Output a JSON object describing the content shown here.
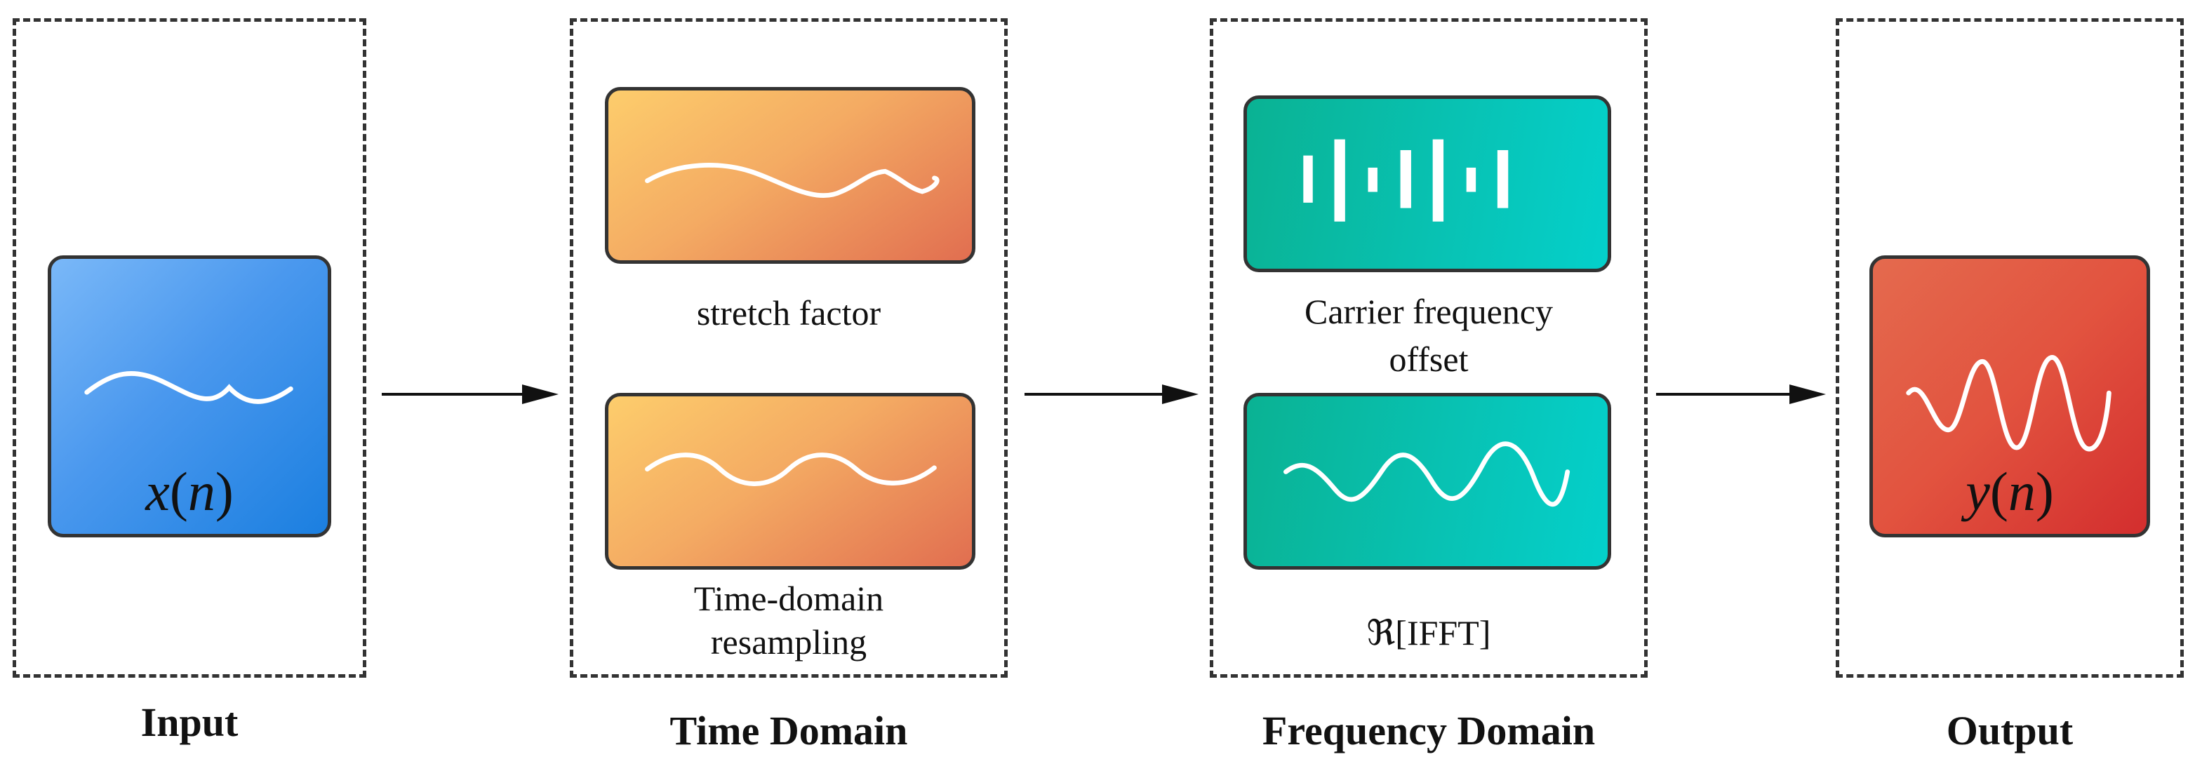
{
  "stages": {
    "input": {
      "label": "Input"
    },
    "time": {
      "label": "Time Domain"
    },
    "frequency": {
      "label": "Frequency Domain"
    },
    "output": {
      "label": "Output"
    }
  },
  "input_block": {
    "var": "x",
    "lparen": "(",
    "arg": "n",
    "rparen": ")"
  },
  "output_block": {
    "var": "y",
    "lparen": "(",
    "arg": "n",
    "rparen": ")"
  },
  "time_domain": {
    "stretch_caption": "stretch factor",
    "resampling_caption_line1": "Time-domain",
    "resampling_caption_line2": "resampling"
  },
  "frequency_domain": {
    "cfo_caption_line1": "Carrier frequency",
    "cfo_caption_line2": "offset",
    "ifft_caption": "ℜ[IFFT]"
  },
  "colors": {
    "input_block": "#4a98ee",
    "time_blocks": "#f4ab63",
    "frequency_blocks": "#08c2b3",
    "output_block": "#e2533f",
    "border": "#333333",
    "wave": "#ffffff"
  }
}
